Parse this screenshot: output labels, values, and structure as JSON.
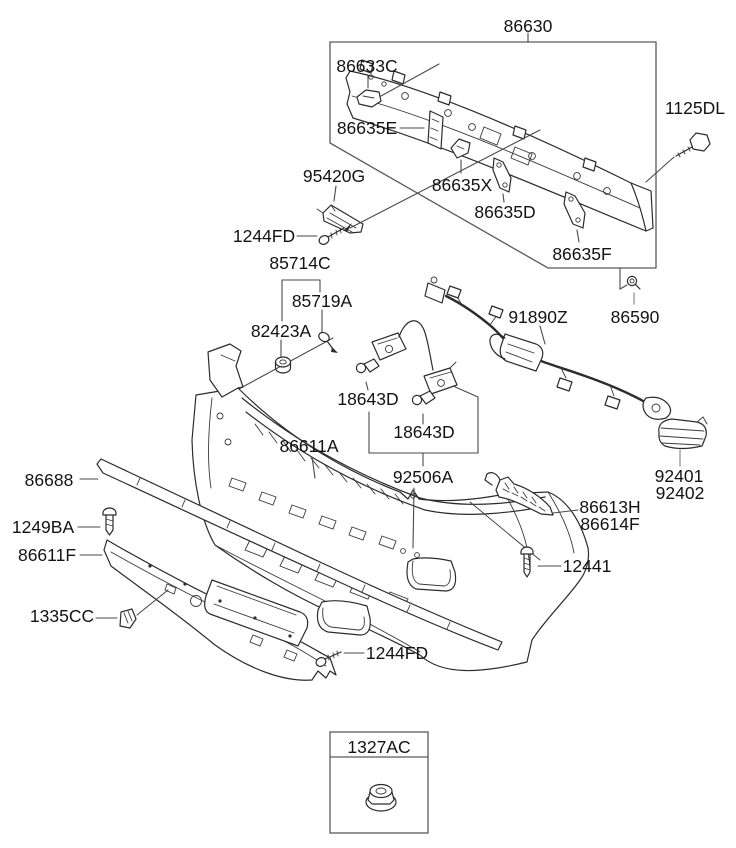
{
  "diagram_type": "auto-parts-catalog-exploded-view",
  "subject": "rear bumper assembly",
  "colors": {
    "background": "#ffffff",
    "line": "#2c2c2c",
    "callout_line": "#4a4a4a",
    "reference_box_line": "#5a5a5a",
    "text": "#131313"
  },
  "labels": [
    {
      "text": "86630"
    },
    {
      "text": "86633C"
    },
    {
      "text": "86635E"
    },
    {
      "text": "1125DL"
    },
    {
      "text": "86635X"
    },
    {
      "text": "86635D"
    },
    {
      "text": "86635F"
    },
    {
      "text": "95420G"
    },
    {
      "text": "1244FD"
    },
    {
      "text": "85714C"
    },
    {
      "text": "85719A"
    },
    {
      "text": "82423A"
    },
    {
      "text": "91890Z"
    },
    {
      "text": "86590"
    },
    {
      "text": "18643D"
    },
    {
      "text": "18643D"
    },
    {
      "text": "92506A"
    },
    {
      "text": "86611A"
    },
    {
      "text": "86688"
    },
    {
      "text": "1249BA"
    },
    {
      "text": "86611F"
    },
    {
      "text": "1335CC"
    },
    {
      "text": "1244FD"
    },
    {
      "text": "86613H"
    },
    {
      "text": "86614F"
    },
    {
      "text": "12441"
    },
    {
      "text": "92401"
    },
    {
      "text": "92402"
    },
    {
      "text": "1327AC"
    }
  ]
}
